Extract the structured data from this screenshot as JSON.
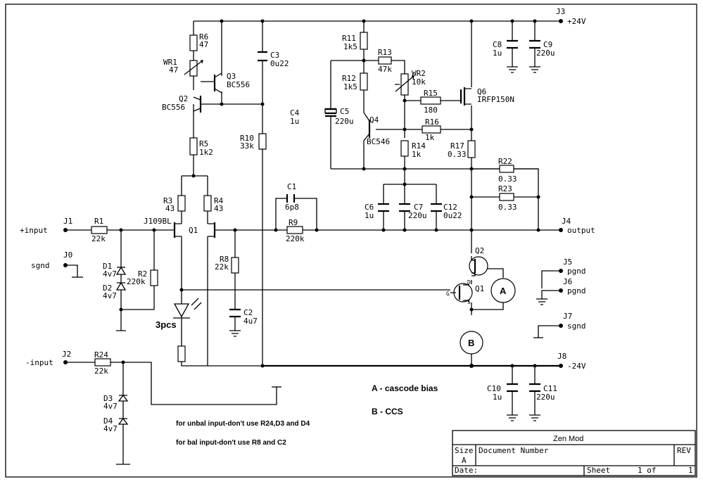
{
  "ports": {
    "j1": "J1",
    "in_plus": "+input",
    "j0": "J0",
    "sgnd0": "sgnd",
    "j2": "J2",
    "in_minus": "-input",
    "j3": "J3",
    "pos24": "+24V",
    "j4": "J4",
    "output": "output",
    "j5": "J5",
    "pgnd5": "pgnd",
    "j6": "J6",
    "pgnd6": "pgnd",
    "j7": "J7",
    "sgnd7": "sgnd",
    "j8": "J8",
    "neg24": "-24V"
  },
  "parts": {
    "R1": "R1",
    "R1v": "22k",
    "R2": "R2",
    "R2v": "220k",
    "R3": "R3",
    "R3v": "43",
    "R4": "R4",
    "R4v": "43",
    "R5": "R5",
    "R5v": "1k2",
    "R6": "R6",
    "R6v": "47",
    "WR1": "WR1",
    "WR1v": "47",
    "Q2": "Q2",
    "Q2v": "BC556",
    "Q3": "Q3",
    "Q3v": "BC556",
    "C3": "C3",
    "C3v": "0u22",
    "R10": "R10",
    "R10v": "33k",
    "C1": "C1",
    "C1v": "6p8",
    "R9": "R9",
    "R9v": "220k",
    "R8": "R8",
    "R8v": "22k",
    "C2": "C2",
    "C2v": "4u7",
    "Q1": "Q1",
    "Q1v": "J109BL",
    "D1": "D1",
    "D1v": "4v7",
    "D2": "D2",
    "D2v": "4v7",
    "D3": "D3",
    "D3v": "4v7",
    "D4": "D4",
    "D4v": "4v7",
    "R24": "R24",
    "R24v": "22k",
    "R11": "R11",
    "R11v": "1k5",
    "R12": "R12",
    "R12v": "1k5",
    "R13": "R13",
    "R13v": "47k",
    "WR2": "WR2",
    "WR2v": "10k",
    "R15": "R15",
    "R15v": "180",
    "Q6": "Q6",
    "Q6v": "IRFP150N",
    "C4": "C4",
    "C4v": "1u",
    "C5": "C5",
    "C5v": "220u",
    "Q4": "Q4",
    "Q4v": "BC546",
    "R16": "R16",
    "R16v": "1k",
    "R14": "R14",
    "R14v": "1k",
    "R17": "R17",
    "R17v": "0.33",
    "R22": "R22",
    "R22v": "0.33",
    "R23": "R23",
    "R23v": "0.33",
    "C6": "C6",
    "C6v": "1u",
    "C7": "C7",
    "C7v": "220u",
    "C12": "C12",
    "C12v": "0u22",
    "C8": "C8",
    "C8v": "1u",
    "C9": "C9",
    "C9v": "220u",
    "C10": "C10",
    "C10v": "1u",
    "C11": "C11",
    "C11v": "220u",
    "QA2": "Q2",
    "QA1": "Q1",
    "pinG": "G",
    "pinD": "D",
    "pinS": "S",
    "meterA": "A",
    "meterB": "B",
    "led_count": "3pcs"
  },
  "notes": {
    "legend_a": "A - cascode bias",
    "legend_b": "B - CCS",
    "note1": "for unbal input-don't use R24,D3 and D4",
    "note2": "for bal input-don't use R8 and C2"
  },
  "title_block": {
    "company": "Zen Mod",
    "size_label": "Size",
    "size_value": "A",
    "doc_label": "Document Number",
    "rev_label": "REV",
    "date_label": "Date:",
    "sheet_label": "Sheet",
    "sheet_value": "1 of",
    "sheet_total": "1"
  }
}
